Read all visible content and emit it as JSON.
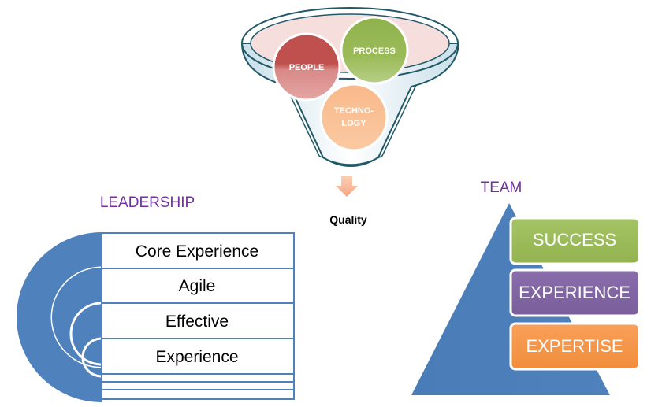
{
  "funnel": {
    "circles": [
      {
        "label": "PEOPLE",
        "color": "#c0504d"
      },
      {
        "label": "PROCESS",
        "color": "#9bbb59"
      },
      {
        "label_line1": "TECHNO-",
        "label_line2": "LOGY",
        "color": "#fac090"
      }
    ],
    "output_label": "Quality",
    "rim_color": "#215968",
    "arrow_color": "#f4a582"
  },
  "leadership": {
    "title": "LEADERSHIP",
    "title_color": "#7030a0",
    "rows": [
      "Core Experience",
      "Agile",
      "Effective",
      "Experience"
    ],
    "arc_color": "#4f81bd"
  },
  "team": {
    "title": "TEAM",
    "title_color": "#7030a0",
    "pyramid_color": "#4f81bd",
    "blocks": [
      {
        "label": "SUCCESS",
        "color": "#9bbb59"
      },
      {
        "label": "EXPERIENCE",
        "color": "#8064a2"
      },
      {
        "label": "EXPERTISE",
        "color": "#f79646"
      }
    ]
  }
}
